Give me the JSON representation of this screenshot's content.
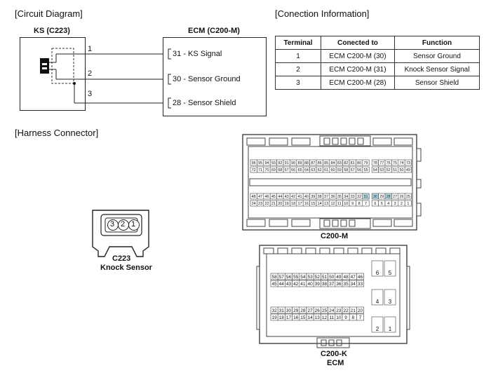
{
  "headings": {
    "circuit_diagram": "[Circuit Diagram]",
    "connection_information": "[Conection Information]",
    "harness_connector": "[Harness Connector]"
  },
  "circuit": {
    "ks_title": "KS (C223)",
    "ecm_title": "ECM (C200-M)",
    "wire_numbers": [
      "1",
      "2",
      "3"
    ],
    "ecm_pins": [
      "31 - KS Signal",
      "30 - Sensor Ground",
      "28 - Sensor Shield"
    ]
  },
  "table": {
    "headers": [
      "Terminal",
      "Conected to",
      "Function"
    ],
    "rows": [
      [
        "1",
        "ECM C200-M (30)",
        "Sensor Ground"
      ],
      [
        "2",
        "ECM C200-M (31)",
        "Knock Sensor Signal"
      ],
      [
        "3",
        "ECM C200-M (28)",
        "Sensor Shield"
      ]
    ]
  },
  "ks_connector": {
    "pins": [
      "3",
      "2",
      "1"
    ],
    "name": "C223",
    "desc": "Knock Sensor"
  },
  "c200m": {
    "label": "C200-M",
    "row1": [
      "96",
      "95",
      "94",
      "93",
      "92",
      "91",
      "90",
      "89",
      "88",
      "87",
      "86",
      "85",
      "84",
      "83",
      "82",
      "81",
      "80",
      "79",
      "78",
      "77",
      "76",
      "75",
      "74",
      "73"
    ],
    "row2": [
      "72",
      "71",
      "70",
      "69",
      "68",
      "67",
      "66",
      "65",
      "64",
      "63",
      "62",
      "61",
      "60",
      "59",
      "58",
      "57",
      "56",
      "55",
      "54",
      "53",
      "52",
      "51",
      "50",
      "49"
    ],
    "row3": [
      "48",
      "47",
      "46",
      "45",
      "44",
      "43",
      "42",
      "41",
      "40",
      "39",
      "38",
      "37",
      "36",
      "35",
      "34",
      "33",
      "32",
      "31",
      "30",
      "29",
      "28",
      "27",
      "26",
      "25"
    ],
    "row4": [
      "24",
      "23",
      "22",
      "21",
      "20",
      "19",
      "18",
      "17",
      "16",
      "15",
      "14",
      "13",
      "12",
      "11",
      "10",
      "9",
      "8",
      "7",
      "6",
      "5",
      "4",
      "3",
      "2",
      "1"
    ],
    "highlighted": [
      "31",
      "30",
      "28"
    ]
  },
  "c200k": {
    "label": "C200-K",
    "sublabel": "ECM",
    "row1": [
      "58",
      "57",
      "56",
      "55",
      "54",
      "53",
      "52",
      "51",
      "50",
      "49",
      "48",
      "47",
      "46"
    ],
    "row2": [
      "45",
      "44",
      "43",
      "42",
      "41",
      "40",
      "39",
      "38",
      "37",
      "36",
      "35",
      "34",
      "33"
    ],
    "row3": [
      "32",
      "31",
      "30",
      "29",
      "28",
      "27",
      "26",
      "25",
      "24",
      "23",
      "22",
      "21",
      "20"
    ],
    "row4": [
      "19",
      "18",
      "17",
      "16",
      "15",
      "14",
      "13",
      "12",
      "11",
      "10",
      "9",
      "8",
      "7"
    ],
    "big": [
      [
        "6",
        "5"
      ],
      [
        "4",
        "3"
      ],
      [
        "2",
        "1"
      ]
    ]
  },
  "colors": {
    "highlight": "#b9dce8",
    "line": "#222222"
  }
}
